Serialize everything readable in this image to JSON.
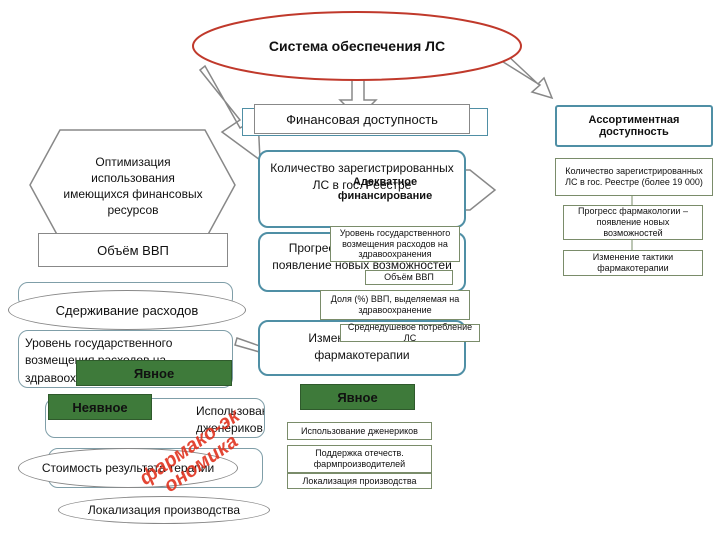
{
  "title": "Система обеспечения ЛС",
  "column_headers": {
    "financial": "Финансовая доступность",
    "assortment": "Ассортиментная доступность"
  },
  "left_column": {
    "hexagon": "Оптимизация использования имеющихся финансовых ресурсов",
    "gdp_volume": "Объём ВВП",
    "cost_containment": "Сдерживание расходов",
    "state_reimbursement": "Уровень государственного возмещения расходов на здравоохранение",
    "explicit": "Явное",
    "implicit": "Неявное",
    "generic_use": "Использование дженериков",
    "result_cost": "Стоимость результата терапии",
    "localization": "Локализация производства",
    "pharmaeconomics": "фармако-экономика"
  },
  "center_column": {
    "registered_count": "Количество зарегистрированных ЛС в гос. Реестре",
    "adequate_funding": "Адекватное финансирование",
    "progress": "Прогресс фармакологии – появление новых возможностей",
    "tactics_change": "Изменение тактики фармакотерапии",
    "small_labels": {
      "state_level": "Уровень государственного возмещения расходов на здравоохранения",
      "gdp_volume": "Объём ВВП",
      "gdp_share": "Доля (%) ВВП, выделяемая на здравоохранение",
      "avg_consumption": "Среднедушевое потребление ЛС"
    },
    "explicit": "Явное",
    "generic_use": "Использование дженериков",
    "domestic_support": "Поддержка отечеств. фармпроизводителей",
    "localization": "Локализация производства"
  },
  "right_column": {
    "registered_count": "Количество зарегистрированных ЛС в гос. Реестре (более 19 000)",
    "progress": "Прогресс фармакологии – появление новых возможностей",
    "tactics_change": "Изменение тактики фармакотерапии"
  },
  "colors": {
    "ellipse_border": "#c0392b",
    "green_fill": "#3e7a3a",
    "stamp_red": "#e0331f",
    "teal_border": "#4f8fa5"
  }
}
